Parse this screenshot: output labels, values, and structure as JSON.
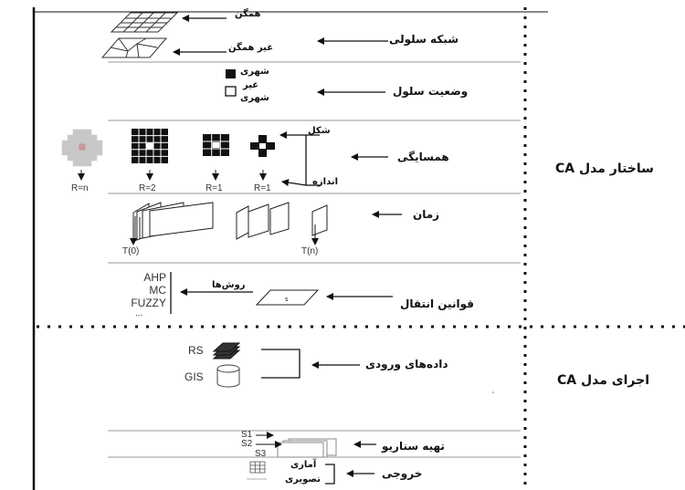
{
  "structure_title": "ساختار مدل CA",
  "execution_title": "اجرای مدل CA",
  "cell_network": {
    "label": "شبکه سلولی",
    "regular": "همگن",
    "irregular": "غیر همگن"
  },
  "cell_state": {
    "label": "وضعیت سلول",
    "urban": "شهری",
    "non": "غیر",
    "urban2": "شهری"
  },
  "neighborhood": {
    "label": "همسایگی",
    "shape": "شکل",
    "size": "اندازه",
    "radii": [
      "R=n",
      "R=2",
      "R=1",
      "R=1"
    ]
  },
  "time": {
    "label": "زمان",
    "t0": "T(0)",
    "tn": "T(n)"
  },
  "transition": {
    "label": "قوانین انتقال",
    "methods": "روش‌ها",
    "method_list": [
      "AHP",
      "MC",
      "FUZZY",
      "..."
    ]
  },
  "inputs": {
    "label": "داده‌های ورودی",
    "rs": "RS",
    "gis": "GIS"
  },
  "scenario": {
    "label": "تهیه سناریو",
    "s1": "S1",
    "s2": "S2",
    "s3": "S3"
  },
  "output": {
    "label": "خروجی",
    "stat": "آماری",
    "image": "تصویری"
  }
}
